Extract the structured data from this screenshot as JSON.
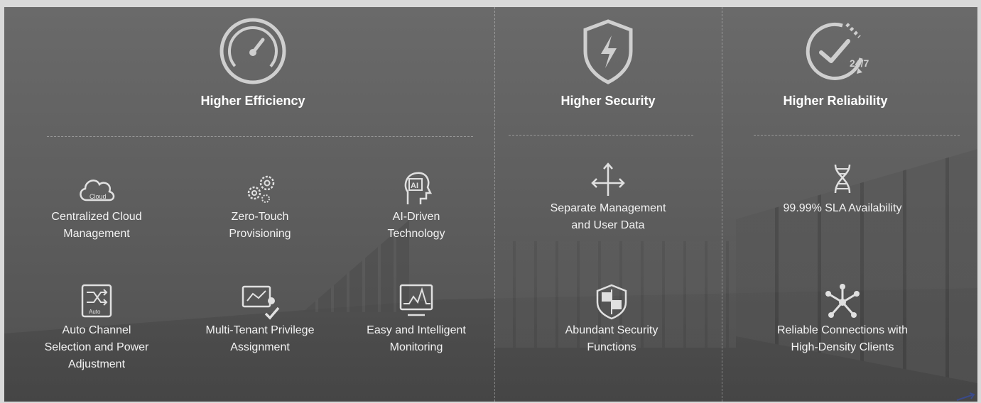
{
  "headers": [
    {
      "title": "Higher Efficiency",
      "icon": "speedometer-icon"
    },
    {
      "title": "Higher Security",
      "icon": "shield-lightning-icon"
    },
    {
      "title": "Higher Reliability",
      "icon": "clock-check-24-7-icon"
    }
  ],
  "efficiency_features": [
    {
      "label": "Centralized Cloud\nManagement",
      "icon": "cloud-icon",
      "icon_text": "Cloud"
    },
    {
      "label": "Zero-Touch\nProvisioning",
      "icon": "gears-icon"
    },
    {
      "label": "AI-Driven\nTechnology",
      "icon": "ai-head-icon",
      "icon_text": "AI"
    },
    {
      "label": "Auto Channel\nSelection and Power\nAdjustment",
      "icon": "shuffle-auto-icon",
      "icon_text": "Auto"
    },
    {
      "label": "Multi-Tenant Privilege\nAssignment",
      "icon": "monitor-user-icon"
    },
    {
      "label": "Easy and Intelligent\nMonitoring",
      "icon": "monitor-graph-icon"
    }
  ],
  "security_features": [
    {
      "label": "Separate Management\nand User Data",
      "icon": "split-arrows-icon"
    },
    {
      "label": "Abundant Security\nFunctions",
      "icon": "shield-icon"
    }
  ],
  "reliability_features": [
    {
      "label": "99.99% SLA Availability",
      "icon": "dna-icon"
    },
    {
      "label": "Reliable Connections with\nHigh-Density Clients",
      "icon": "network-hub-icon"
    }
  ],
  "clock_badge": "24/7",
  "colors": {
    "text": "#ffffff",
    "background": "#5f5f5f",
    "divider": "#bdbdbd"
  }
}
